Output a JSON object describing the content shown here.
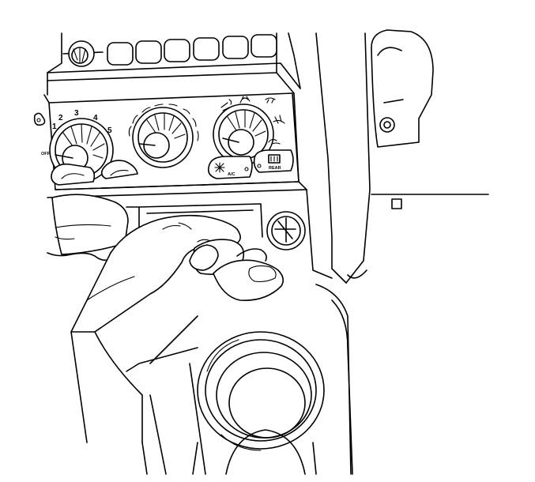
{
  "fan_control": {
    "off_label": "OFF",
    "speed_labels": [
      "1",
      "2",
      "3",
      "4",
      "5"
    ]
  },
  "ac_button": {
    "label": "A/C"
  },
  "rear_defrost_button": {
    "label": "REAR"
  },
  "icons": [
    "fan-icon",
    "vent-mode-icon",
    "floor-mode-icon",
    "defrost-mode-icon",
    "windshield-defrost-icon",
    "recirculation-icon",
    "rear-defrost-icon"
  ]
}
